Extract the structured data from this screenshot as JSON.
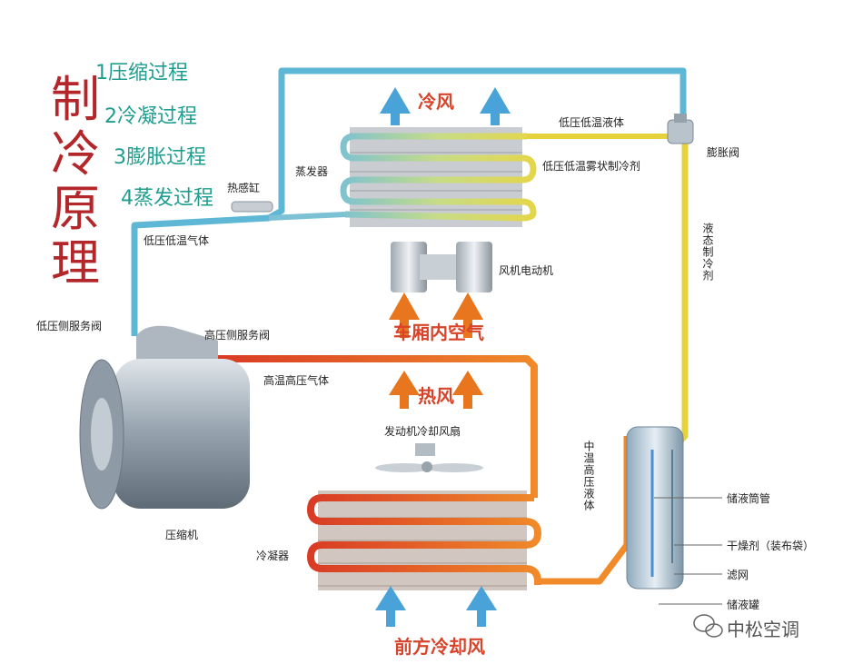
{
  "title_chars": [
    "制",
    "冷",
    "原",
    "理"
  ],
  "steps": [
    "1压缩过程",
    "2冷凝过程",
    "3膨胀过程",
    "4蒸发过程"
  ],
  "labels": {
    "thermo_bulb": "热感缸",
    "evaporator": "蒸发器",
    "low_pressure_gas": "低压低温气体",
    "low_pressure_liquid": "低压低温液体",
    "low_pressure_mist": "低压低温雾状制冷剂",
    "expansion_valve": "膨胀阀",
    "liquid_refrigerant": "液态制冷剂",
    "fan_motor": "风机电动机",
    "low_side_valve": "低压侧服务阀",
    "high_side_valve": "高压侧服务阀",
    "high_pressure_gas": "高温高压气体",
    "engine_fan": "发动机冷却风扇",
    "compressor": "压缩机",
    "condenser": "冷凝器",
    "mid_temp_liquid": "中温高压液体",
    "receiver_tube": "储液筒管",
    "desiccant": "干燥剂（装布袋）",
    "filter": "滤网",
    "receiver_tank": "储液罐"
  },
  "air": {
    "cold_air": "冷风",
    "cabin_air": "车厢内空气",
    "hot_air": "热风",
    "front_cooling_air": "前方冷却风"
  },
  "watermark": "中松空调",
  "colors": {
    "title": "#b3262a",
    "steps": "#1f9e8f",
    "low_pressure_line": "#5fb7d6",
    "high_pressure_line": "#e8632a",
    "liquid_line": "#e6d23a",
    "air_arrow_cold": "#4aa3d8",
    "air_arrow_warm": "#e8761f"
  }
}
